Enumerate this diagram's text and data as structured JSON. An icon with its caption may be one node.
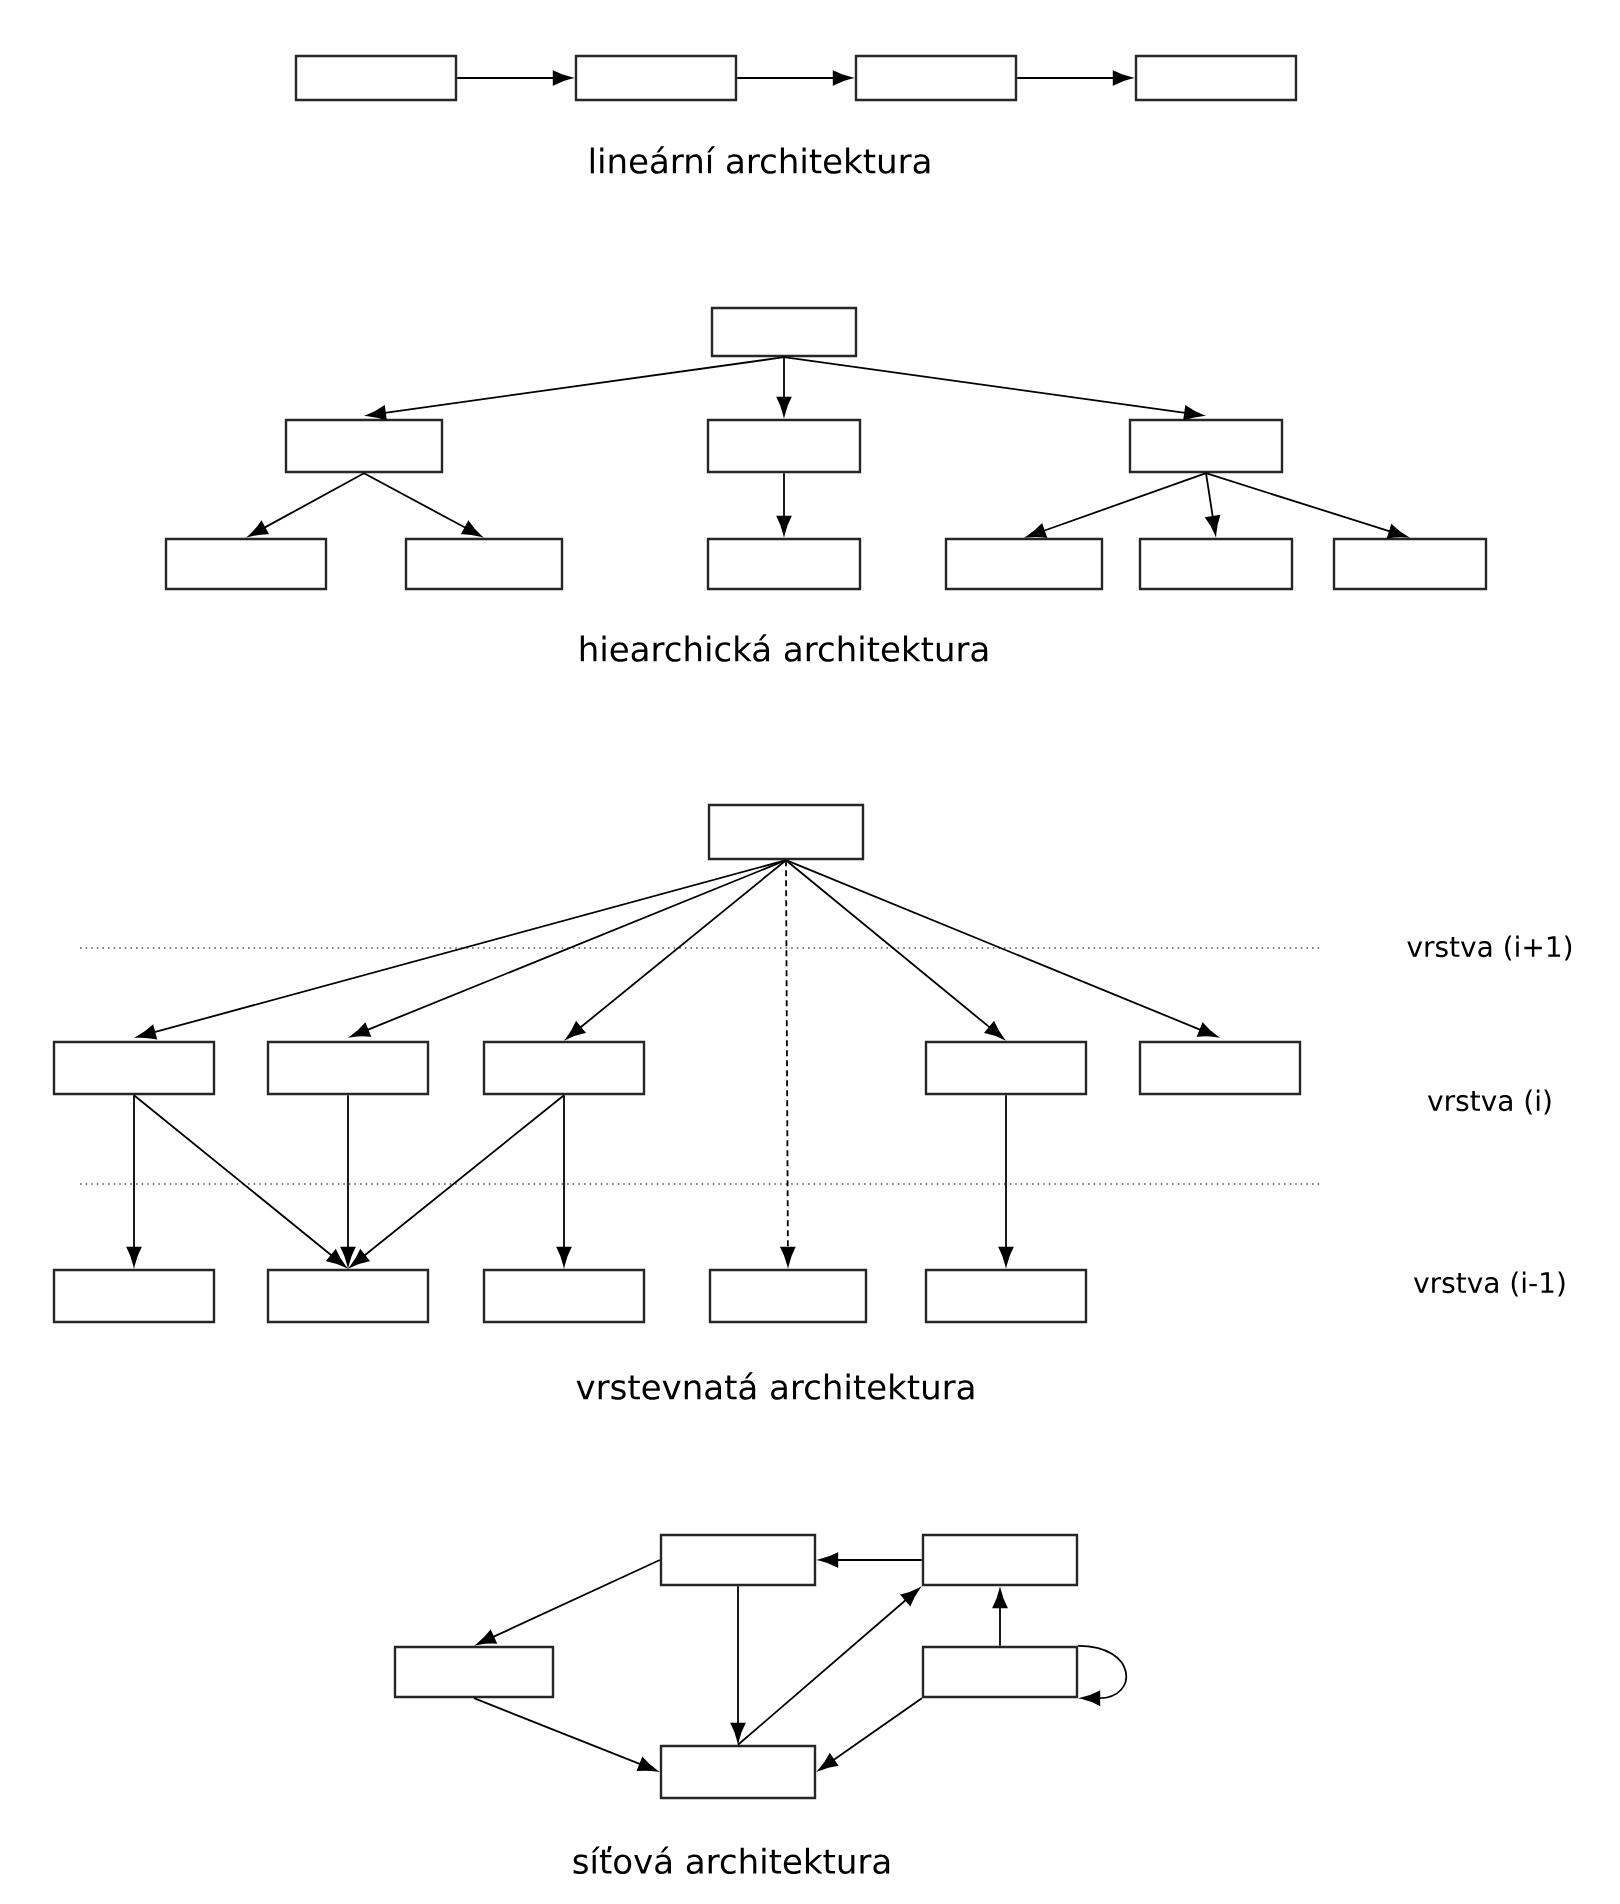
{
  "diagram": {
    "nodes": [
      {
        "text": [],
        "shape": "box"
      },
      {
        "text": [],
        "shape": "box"
      },
      {
        "text": [],
        "shape": "box"
      },
      {
        "text": [],
        "shape": "box"
      },
      {
        "text": [],
        "shape": "box"
      },
      {
        "text": [],
        "shape": "box"
      },
      {
        "text": [],
        "shape": "box"
      },
      {
        "text": [],
        "shape": "box"
      },
      {
        "text": [],
        "shape": "box"
      },
      {
        "text": [],
        "shape": "box"
      },
      {
        "text": [],
        "shape": "box"
      },
      {
        "text": [],
        "shape": "box"
      },
      {
        "text": [],
        "shape": "box"
      },
      {
        "text": [],
        "shape": "box"
      },
      {
        "text": [],
        "shape": "box"
      },
      {
        "text": [],
        "shape": "box"
      },
      {
        "text": [],
        "shape": "box"
      },
      {
        "text": [],
        "shape": "box"
      },
      {
        "text": [],
        "shape": "box"
      },
      {
        "text": [],
        "shape": "box"
      },
      {
        "text": [],
        "shape": "box"
      },
      {
        "text": [],
        "shape": "box"
      },
      {
        "text": [],
        "shape": "box"
      },
      {
        "text": [],
        "shape": "box"
      },
      {
        "text": [],
        "shape": "box"
      },
      {
        "text": [],
        "shape": "box"
      },
      {
        "text": [],
        "shape": "box"
      },
      {
        "text": [],
        "shape": "box"
      },
      {
        "text": [],
        "shape": "box"
      },
      {
        "text": [],
        "shape": "box"
      }
    ],
    "edges": [
      {
        "from": 0,
        "to": 1,
        "arrow": "to"
      },
      {
        "from": 1,
        "to": 2,
        "arrow": "to"
      },
      {
        "from": 2,
        "to": 3,
        "arrow": "to"
      },
      {
        "from": 4,
        "to": 5,
        "arrow": "to"
      },
      {
        "from": 4,
        "to": 6,
        "arrow": "to"
      },
      {
        "from": 4,
        "to": 7,
        "arrow": "to"
      },
      {
        "from": 5,
        "to": 8,
        "arrow": "to"
      },
      {
        "from": 5,
        "to": 9,
        "arrow": "to"
      },
      {
        "from": 6,
        "to": 10,
        "arrow": "to"
      },
      {
        "from": 7,
        "to": 11,
        "arrow": "to"
      },
      {
        "from": 7,
        "to": 12,
        "arrow": "to"
      },
      {
        "from": 7,
        "to": 13,
        "arrow": "to"
      },
      {
        "from": 14,
        "to": 15,
        "arrow": "to"
      },
      {
        "from": 14,
        "to": 16,
        "arrow": "to"
      },
      {
        "from": 14,
        "to": 17,
        "arrow": "to"
      },
      {
        "from": 14,
        "to": 18,
        "arrow": "to"
      },
      {
        "from": 14,
        "to": 19,
        "arrow": "to"
      },
      {
        "from": 14,
        "to": 23,
        "arrow": "to",
        "style": "dashed"
      },
      {
        "from": 15,
        "to": 20,
        "arrow": "to"
      },
      {
        "from": 15,
        "to": 21,
        "arrow": "to"
      },
      {
        "from": 16,
        "to": 21,
        "arrow": "to"
      },
      {
        "from": 17,
        "to": 21,
        "arrow": "to"
      },
      {
        "from": 17,
        "to": 22,
        "arrow": "to"
      },
      {
        "from": 18,
        "to": 24,
        "arrow": "to"
      },
      {
        "from": 25,
        "to": 27,
        "arrow": "to"
      },
      {
        "from": 25,
        "to": 29,
        "arrow": "to"
      },
      {
        "from": 26,
        "to": 25,
        "arrow": "to"
      },
      {
        "from": 29,
        "to": 26,
        "arrow": "to"
      },
      {
        "from": 28,
        "to": 26,
        "arrow": "to"
      },
      {
        "from": 28,
        "to": 29,
        "arrow": "to"
      },
      {
        "from": 28,
        "to": 28,
        "arrow": "to"
      },
      {
        "from": 27,
        "to": 29,
        "arrow": "to"
      }
    ],
    "labels": [
      "lineární architektura",
      "hiearchická architektura",
      "vrstva (i+1)",
      "vrstva (i)",
      "vrstva (i-1)",
      "vrstevnatá architektura",
      "síťová architektura"
    ]
  }
}
